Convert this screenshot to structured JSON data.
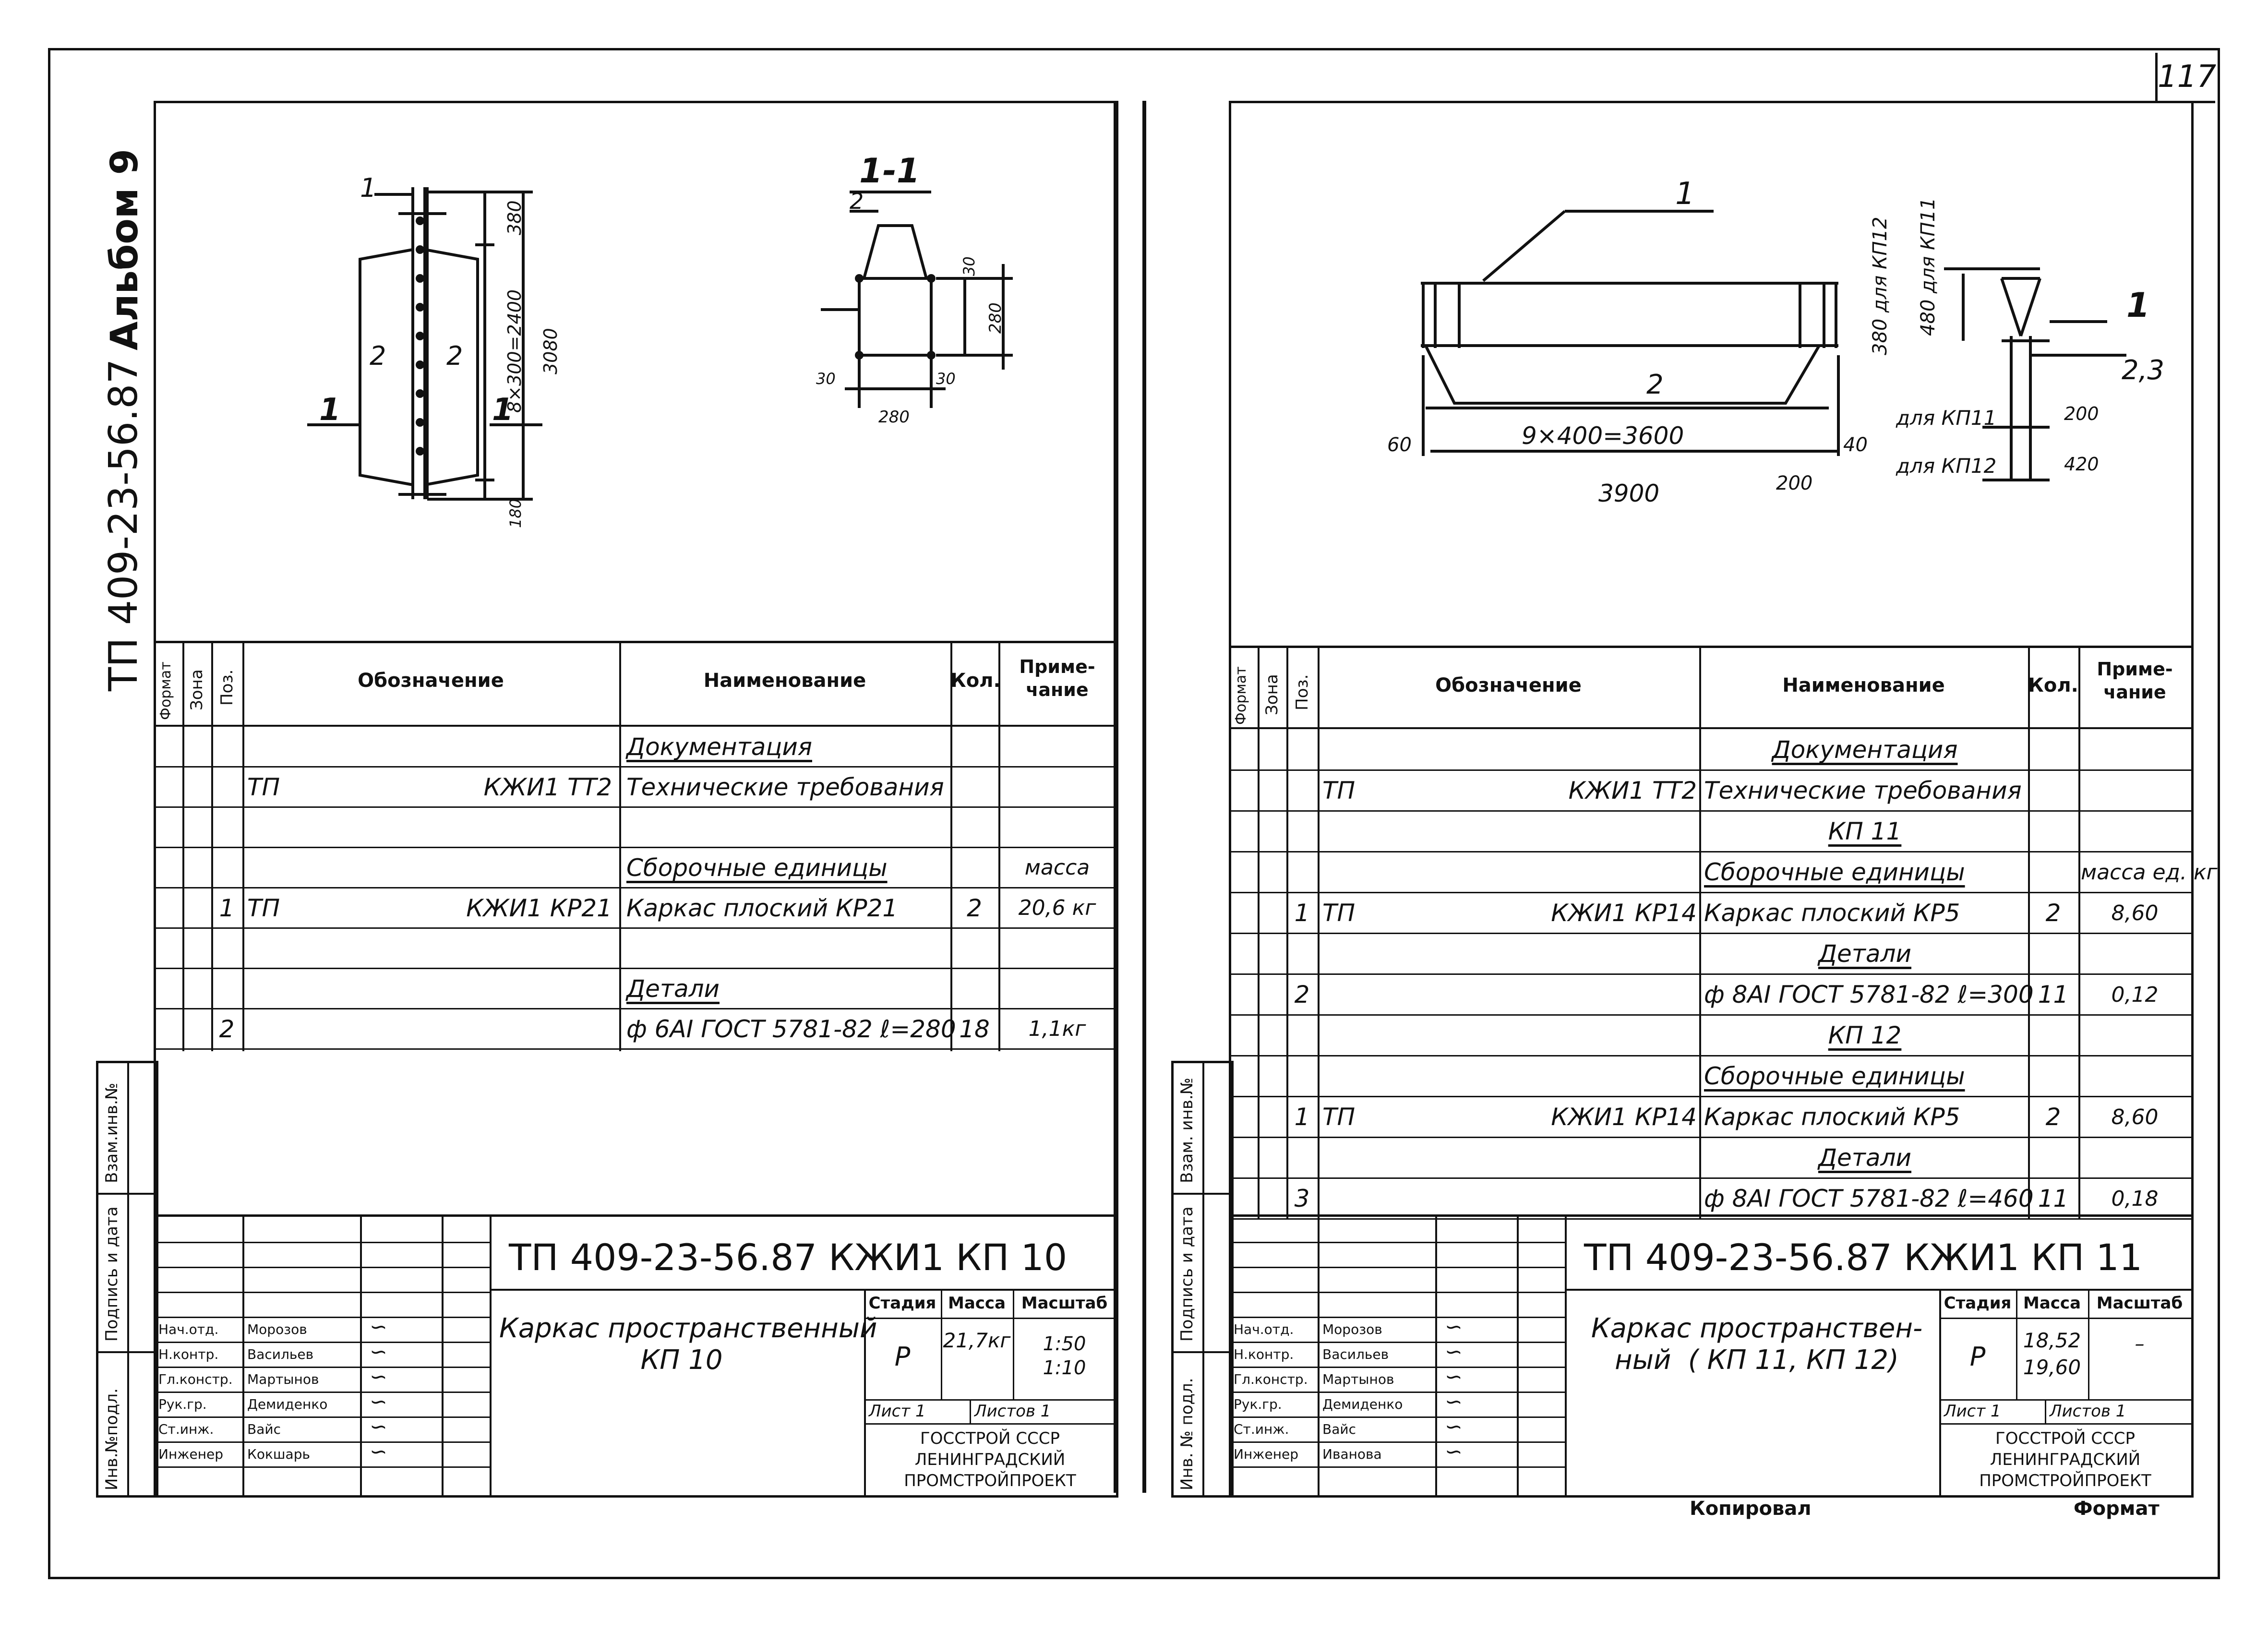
{
  "page_number": "117",
  "album": "Альбом 9",
  "side_code": "ТП 409-23-56.87",
  "left_sheet": {
    "drawing": {
      "section_label": "1-1",
      "leader_labels": [
        "1",
        "2",
        "2",
        "1",
        "1",
        "2"
      ],
      "dims": [
        "380",
        "8×300=2400",
        "3080",
        "180",
        "30",
        "280",
        "30",
        "30",
        "280"
      ]
    },
    "spec": {
      "headers": {
        "format": "Формат",
        "zone": "Зона",
        "pos": "Поз.",
        "designation": "Обозначение",
        "name": "Наименование",
        "qty": "Кол.",
        "note": "Приме-\nчание"
      },
      "rows": [
        {
          "pos": "",
          "des1": "",
          "des2": "",
          "name": "Документация",
          "qty": "",
          "note": "",
          "underline": true
        },
        {
          "pos": "",
          "des1": "ТП",
          "des2": "КЖИ1 ТТ2",
          "name": "Технические требования",
          "qty": "",
          "note": ""
        },
        {
          "pos": "",
          "des1": "",
          "des2": "",
          "name": "",
          "qty": "",
          "note": ""
        },
        {
          "pos": "",
          "des1": "",
          "des2": "",
          "name": "Сборочные единицы",
          "qty": "",
          "note": "масса",
          "underline": true
        },
        {
          "pos": "1",
          "des1": "ТП",
          "des2": "КЖИ1 КР21",
          "name": "Каркас плоский    КР21",
          "qty": "2",
          "note": "20,6 кг"
        },
        {
          "pos": "",
          "des1": "",
          "des2": "",
          "name": "",
          "qty": "",
          "note": ""
        },
        {
          "pos": "",
          "des1": "",
          "des2": "",
          "name": "Детали",
          "qty": "",
          "note": "",
          "underline": true
        },
        {
          "pos": "2",
          "des1": "",
          "des2": "",
          "name": "ф 6АI ГОСТ 5781-82   ℓ=280",
          "qty": "18",
          "note": "1,1кг"
        }
      ]
    },
    "side_stamps": [
      "Взам.инв.№",
      "Подпись и дата",
      "Инв.№подл."
    ],
    "title_block": {
      "doc_code": "ТП 409-23-56.87   КЖИ1   КП 10",
      "title": "Каркас пространственный\nКП 10",
      "stage_h": "Стадия",
      "mass_h": "Масса",
      "scale_h": "Масштаб",
      "stage": "Р",
      "mass": "21,7кг",
      "scale": "1:50\n1:10",
      "sheet": "Лист 1",
      "sheets": "Листов 1",
      "org": "ГОССТРОЙ СССР\nЛЕНИНГРАДСКИЙ\nПРОМСТРОЙПРОЕКТ",
      "people": [
        {
          "role": "Нач.отд.",
          "name": "Морозов"
        },
        {
          "role": "Н.контр.",
          "name": "Васильев"
        },
        {
          "role": "Гл.констр.",
          "name": "Мартынов"
        },
        {
          "role": "Рук.гр.",
          "name": "Демиденко"
        },
        {
          "role": "Ст.инж.",
          "name": "Вайс"
        },
        {
          "role": "Инженер",
          "name": "Кокшарь"
        }
      ]
    }
  },
  "right_sheet": {
    "drawing": {
      "labels": [
        "1",
        "2",
        "1",
        "2,3",
        "для КП11",
        "для КП12"
      ],
      "dims": [
        "9×400=3600",
        "3900",
        "60",
        "40",
        "200",
        "380 для КП12",
        "480 для КП11",
        "200",
        "420"
      ]
    },
    "spec": {
      "headers": {
        "format": "Формат",
        "zone": "Зона",
        "pos": "Поз.",
        "designation": "Обозначение",
        "name": "Наименование",
        "qty": "Кол.",
        "note": "Приме-\nчание"
      },
      "rows": [
        {
          "pos": "",
          "des1": "",
          "des2": "",
          "name": "Документация",
          "qty": "",
          "note": "",
          "underline": true,
          "center": true
        },
        {
          "pos": "",
          "des1": "ТП",
          "des2": "КЖИ1 ТТ2",
          "name": "Технические требования",
          "qty": "",
          "note": ""
        },
        {
          "pos": "",
          "des1": "",
          "des2": "",
          "name": "КП 11",
          "qty": "",
          "note": "",
          "underline": true,
          "center": true
        },
        {
          "pos": "",
          "des1": "",
          "des2": "",
          "name": "Сборочные единицы",
          "qty": "",
          "note": "масса ед. кг",
          "underline": true
        },
        {
          "pos": "1",
          "des1": "ТП",
          "des2": "КЖИ1 КР14",
          "name": "Каркас плоский КР5",
          "qty": "2",
          "note": "8,60"
        },
        {
          "pos": "",
          "des1": "",
          "des2": "",
          "name": "Детали",
          "qty": "",
          "note": "",
          "underline": true,
          "center": true
        },
        {
          "pos": "2",
          "des1": "",
          "des2": "",
          "name": "ф 8АI ГОСТ 5781-82 ℓ=300",
          "qty": "11",
          "note": "0,12"
        },
        {
          "pos": "",
          "des1": "",
          "des2": "",
          "name": "КП 12",
          "qty": "",
          "note": "",
          "underline": true,
          "center": true
        },
        {
          "pos": "",
          "des1": "",
          "des2": "",
          "name": "Сборочные единицы",
          "qty": "",
          "note": "",
          "underline": true
        },
        {
          "pos": "1",
          "des1": "ТП",
          "des2": "КЖИ1 КР14",
          "name": "Каркас плоский КР5",
          "qty": "2",
          "note": "8,60"
        },
        {
          "pos": "",
          "des1": "",
          "des2": "",
          "name": "Детали",
          "qty": "",
          "note": "",
          "underline": true,
          "center": true
        },
        {
          "pos": "3",
          "des1": "",
          "des2": "",
          "name": "ф 8АI ГОСТ 5781-82 ℓ=460",
          "qty": "11",
          "note": "0,18"
        }
      ]
    },
    "side_stamps": [
      "Взам. инв.№",
      "Подпись и дата",
      "Инв. № подл."
    ],
    "title_block": {
      "doc_code": "ТП 409-23-56.87 КЖИ1  КП 11",
      "title": "Каркас пространствен-\nный  ( КП 11, КП 12)",
      "stage_h": "Стадия",
      "mass_h": "Масса",
      "scale_h": "Масштаб",
      "stage": "Р",
      "mass": "18,52\n19,60",
      "scale": "–",
      "sheet": "Лист 1",
      "sheets": "Листов 1",
      "org": "ГОССТРОЙ СССР\nЛЕНИНГРАДСКИЙ\nПРОМСТРОЙПРОЕКТ",
      "people": [
        {
          "role": "Нач.отд.",
          "name": "Морозов"
        },
        {
          "role": "Н.контр.",
          "name": "Васильев"
        },
        {
          "role": "Гл.констр.",
          "name": "Мартынов"
        },
        {
          "role": "Рук.гр.",
          "name": "Демиденко"
        },
        {
          "role": "Ст.инж.",
          "name": "Вайс"
        },
        {
          "role": "Инженер",
          "name": "Иванова"
        }
      ]
    }
  },
  "footer": {
    "copied": "Копировал",
    "format": "Формат"
  }
}
